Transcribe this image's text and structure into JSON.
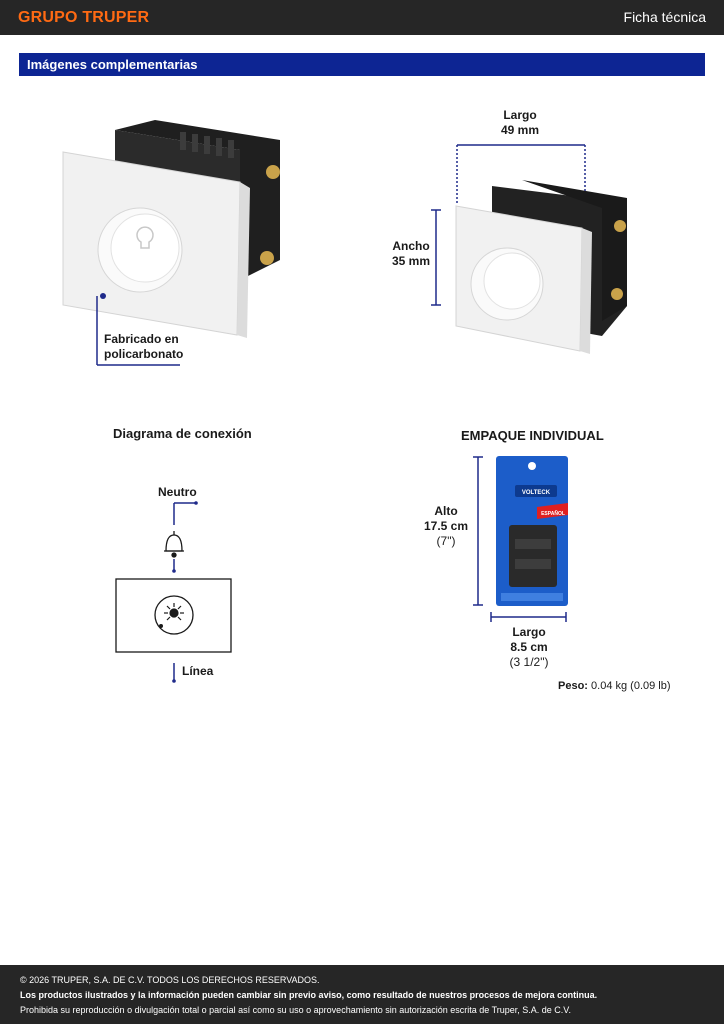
{
  "header": {
    "brand": "GRUPO TRUPER",
    "doc_type": "Ficha técnica"
  },
  "section": {
    "title": "Imágenes complementarias"
  },
  "product_photo": {
    "material_label_line1": "Fabricado en",
    "material_label_line2": "policarbonato"
  },
  "dimensions_photo": {
    "length_label": "Largo",
    "length_value": "49 mm",
    "width_label": "Ancho",
    "width_value": "35 mm"
  },
  "connection_diagram": {
    "title": "Diagrama de conexión",
    "neutral_label": "Neutro",
    "line_label": "Línea"
  },
  "packaging": {
    "title": "EMPAQUE INDIVIDUAL",
    "height_label": "Alto",
    "height_value": "17.5 cm",
    "height_inches": "(7\")",
    "length_label": "Largo",
    "length_value": "8.5 cm",
    "length_inches": "(3 1/2\")",
    "weight_label": "Peso:",
    "weight_value": "0.04 kg (0.09 lb)",
    "bag_brand": "VOLTECK",
    "bag_language_tag": "ESPAÑOL"
  },
  "footer": {
    "copyright": "© 2026 TRUPER, S.A. DE C.V. TODOS LOS DERECHOS RESERVADOS.",
    "notice": "Los productos ilustrados y la información pueden cambiar sin previo aviso, como resultado de nuestros procesos de mejora continua.",
    "prohibition": "Prohibida su reproducción o divulgación total o parcial así como su uso o aprovechamiento sin autorización escrita de Truper, S.A. de C.V."
  },
  "colors": {
    "brand_orange": "#ff6a13",
    "section_blue": "#0d2593",
    "dimension_navy": "#1f2a8a",
    "bar_dark": "#262626"
  }
}
